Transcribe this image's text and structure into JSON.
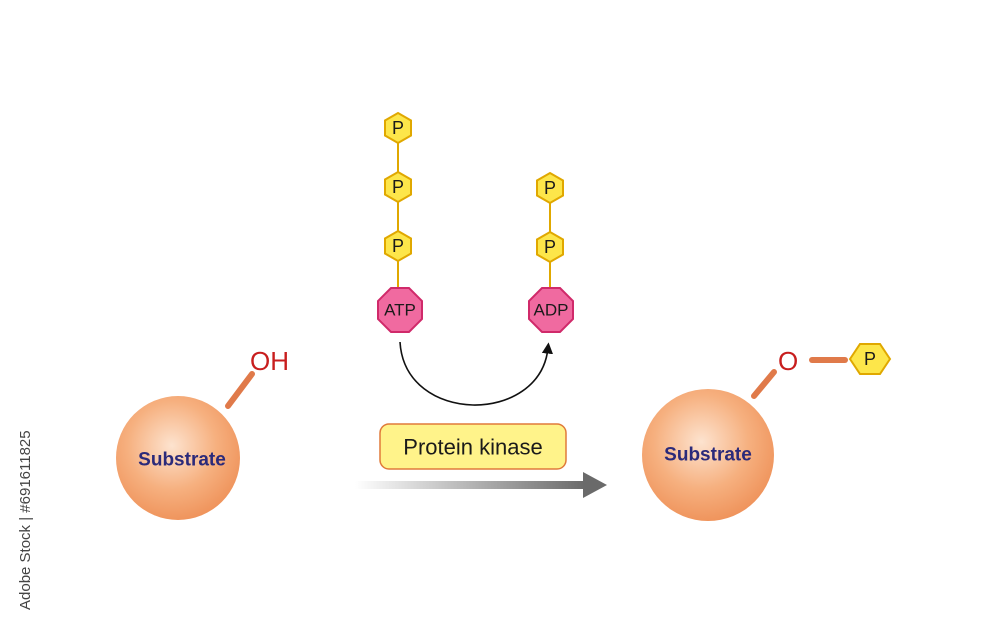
{
  "left_substrate": {
    "label": "Substrate",
    "group": "OH"
  },
  "right_substrate": {
    "label": "Substrate",
    "oxygen": "O",
    "phosphate": "P"
  },
  "atp": {
    "label": "ATP",
    "phosphates": [
      "P",
      "P",
      "P"
    ]
  },
  "adp": {
    "label": "ADP",
    "phosphates": [
      "P",
      "P"
    ]
  },
  "enzyme": {
    "label": "Protein kinase"
  },
  "watermark": {
    "text": "Adobe Stock | #691611825"
  },
  "colors": {
    "substrate_fill": "#f4a46e",
    "bond": "#e07a4a",
    "hydroxyl_text": "#c81e1e",
    "phosphate_fill": "#fde64a",
    "phosphate_stroke": "#e0a800",
    "nucleotide_fill": "#f06aa0",
    "nucleotide_stroke": "#d02a6a",
    "enzyme_box_fill": "#fff38a",
    "enzyme_box_stroke": "#e07a3a",
    "substrate_text": "#2b2a7a"
  },
  "icons": {
    "phosphate": "yellow-hexagon",
    "nucleotide": "pink-octagon",
    "reaction_arrow": "gray-gradient-arrow",
    "transfer_arrow": "curved-black-arrow"
  }
}
